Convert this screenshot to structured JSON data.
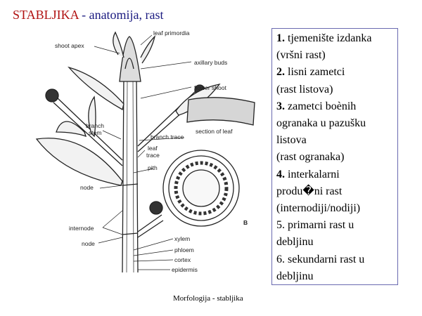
{
  "title": {
    "main": "STABLJIKA",
    "separator": " - ",
    "sub": "anatomija, rast"
  },
  "diagram_labels": {
    "shoot_apex": "shoot apex",
    "leaf_primordia": "leaf primordia",
    "axillary_buds": "axillary buds",
    "flower_shoot": "flower shoot",
    "section_of_leaf": "section of leaf",
    "branch_stem_1": "branch",
    "branch_stem_2": "stem",
    "branch_trace": "branch trace",
    "leaf_trace_1": "leaf",
    "leaf_trace_2": "trace",
    "pith": "pith",
    "node_1": "node",
    "internode": "internode",
    "node_2": "node",
    "xylem": "xylem",
    "phloem": "phloem",
    "cortex": "cortex",
    "epidermis": "epidermis",
    "figure_letter": "B"
  },
  "textbox": {
    "lines": [
      {
        "num": "1.",
        "text": " tjemenište izdanka"
      },
      {
        "text": "(vršni rast)"
      },
      {
        "num": "2.",
        "text": " lisni zametci"
      },
      {
        "text": "(rast listova)"
      },
      {
        "num": "3.",
        "text": " zametci boènih"
      },
      {
        "text": "ogranaka u pazušku"
      },
      {
        "text": "listova"
      },
      {
        "text": "(rast ogranaka)"
      },
      {
        "num": "4.",
        "text": " interkalarni"
      },
      {
        "text": "produ�ni rast"
      },
      {
        "text": "(internodiji/nodiji)"
      },
      {
        "text": "5. primarni rast u"
      },
      {
        "text": "debljinu"
      },
      {
        "text": "6. sekundarni rast u"
      },
      {
        "text": "debljinu"
      }
    ]
  },
  "footer": "Morfologija - stabljika"
}
